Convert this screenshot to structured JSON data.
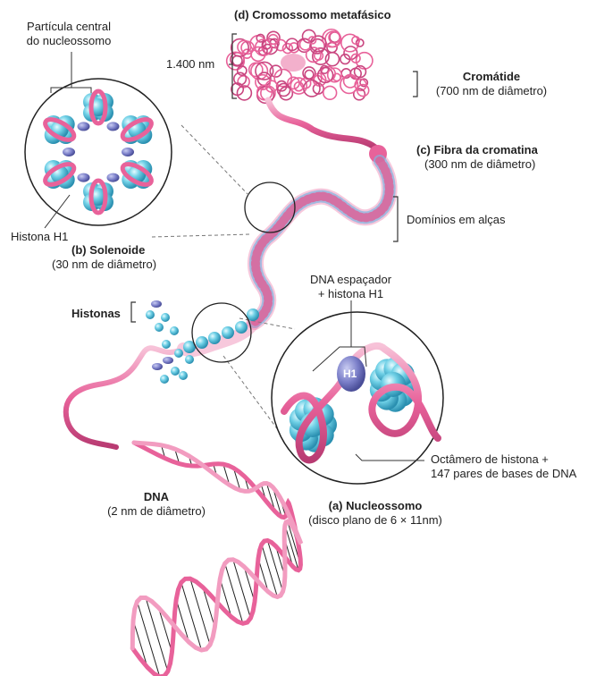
{
  "labels": {
    "metaphase_title": "(d) Cromossomo metafásico",
    "scale_1400": "1.400 nm",
    "chromatid": "Cromátide",
    "chromatid_dia": "(700 nm de diâmetro)",
    "fiber_title": "(c) Fibra da cromatina",
    "fiber_dia": "(300 nm de diâmetro)",
    "loop_domains": "Domínios em alças",
    "core_particle_1": "Partícula central",
    "core_particle_2": "do nucleossomo",
    "histone_h1": "Histona H1",
    "solenoid_title": "(b) Solenoide",
    "solenoid_dia": "(30 nm de diâmetro)",
    "spacer_1": "DNA espaçador",
    "spacer_2": "+ histona H1",
    "histones": "Histonas",
    "h1_tag": "H1",
    "octamer_1": "Octâmero de histona +",
    "octamer_2": "147 pares de bases de DNA",
    "dna": "DNA",
    "dna_dia": "(2 nm de diâmetro)",
    "nucleosome_title": "(a) Nucleossomo",
    "nucleosome_desc": "(disco plano de 6 × 11nm)"
  },
  "colors": {
    "dna_pink": "#e8629a",
    "dna_light": "#f5b8d0",
    "histone_cyan": "#5cc4dc",
    "histone_light": "#b8ecf6",
    "h1_purple": "#7a7ec8",
    "leader": "#333333"
  }
}
